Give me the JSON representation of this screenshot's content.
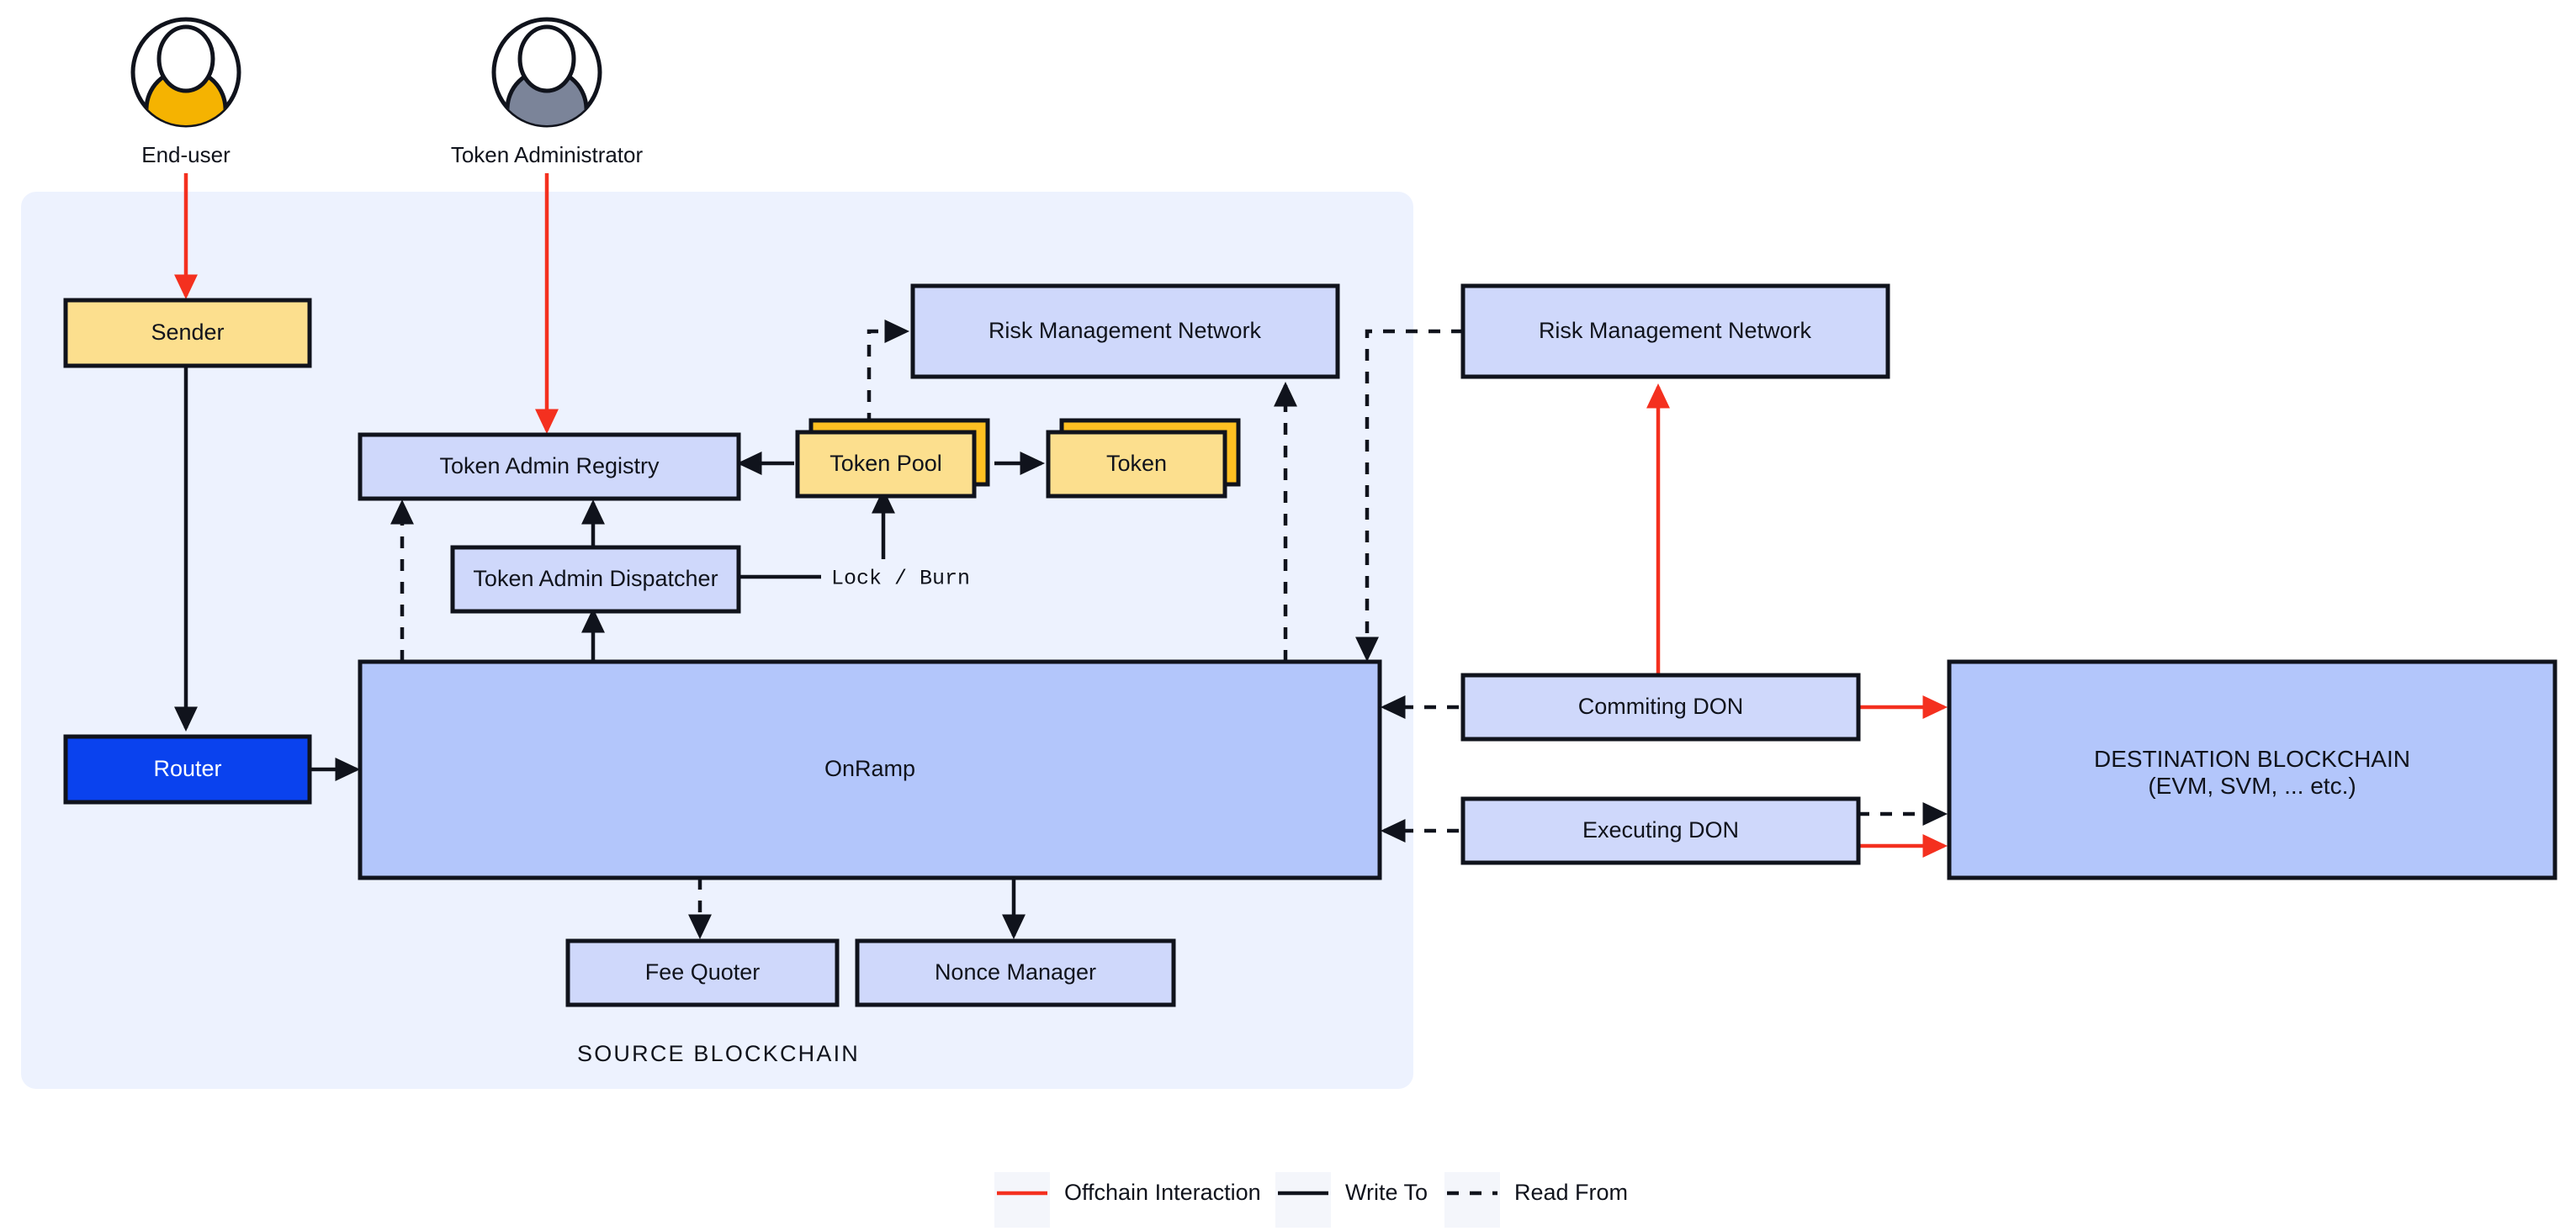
{
  "diagram": {
    "title_zone_source": "SOURCE BLOCKCHAIN",
    "colors": {
      "zone_fill": "#EDF2FE",
      "node_blue_light": "#CFD8FB",
      "node_blue_mid": "#B3C6FB",
      "node_yellow": "#FCDF8E",
      "node_yellow_back": "#FFC022",
      "router_blue": "#0A42EE",
      "stroke_dark": "#10131c",
      "offchain_red": "#f4301f",
      "actor_enduser_fill": "#F5B301",
      "actor_admin_fill": "#7B8499",
      "text_dark": "#10131c",
      "text_light": "#ffffff"
    }
  },
  "actors": [
    {
      "id": "end-user",
      "label": "End-user",
      "fill": "#F5B301"
    },
    {
      "id": "token-administrator",
      "label": "Token Administrator",
      "fill": "#7B8499"
    }
  ],
  "source_blockchain": {
    "label": "SOURCE BLOCKCHAIN",
    "nodes": [
      {
        "id": "sender",
        "label": "Sender",
        "style": "yellow"
      },
      {
        "id": "router",
        "label": "Router",
        "style": "router"
      },
      {
        "id": "token-admin-registry",
        "label": "Token Admin Registry",
        "style": "blue-light"
      },
      {
        "id": "token-admin-dispatcher",
        "label": "Token Admin Dispatcher",
        "style": "blue-light"
      },
      {
        "id": "token-pool",
        "label": "Token Pool",
        "style": "yellow-stack"
      },
      {
        "id": "token",
        "label": "Token",
        "style": "yellow-stack"
      },
      {
        "id": "risk-management-network-source",
        "label": "Risk Management Network",
        "style": "blue-light"
      },
      {
        "id": "onramp",
        "label": "OnRamp",
        "style": "blue-mid"
      },
      {
        "id": "fee-quoter",
        "label": "Fee Quoter",
        "style": "blue-light"
      },
      {
        "id": "nonce-manager",
        "label": "Nonce Manager",
        "style": "blue-light"
      }
    ],
    "edge_labels": [
      {
        "id": "lock-burn",
        "label": "Lock / Burn"
      }
    ]
  },
  "offchain": {
    "nodes": [
      {
        "id": "risk-management-network-offchain",
        "label": "Risk Management Network",
        "style": "blue-light"
      },
      {
        "id": "commiting-don",
        "label": "Commiting DON",
        "style": "blue-light"
      },
      {
        "id": "executing-don",
        "label": "Executing DON",
        "style": "blue-light"
      }
    ]
  },
  "destination_blockchain": {
    "id": "destination-blockchain",
    "label_line1": "DESTINATION BLOCKCHAIN",
    "label_line2": "(EVM, SVM, ... etc.)",
    "style": "blue-mid"
  },
  "legend": {
    "items": [
      {
        "id": "offchain-interaction",
        "label": "Offchain Interaction",
        "style": "solid-red",
        "color": "#f4301f"
      },
      {
        "id": "write-to",
        "label": "Write To",
        "style": "solid-dark",
        "color": "#10131c"
      },
      {
        "id": "read-from",
        "label": "Read From",
        "style": "dashed-dark",
        "color": "#10131c"
      }
    ]
  }
}
